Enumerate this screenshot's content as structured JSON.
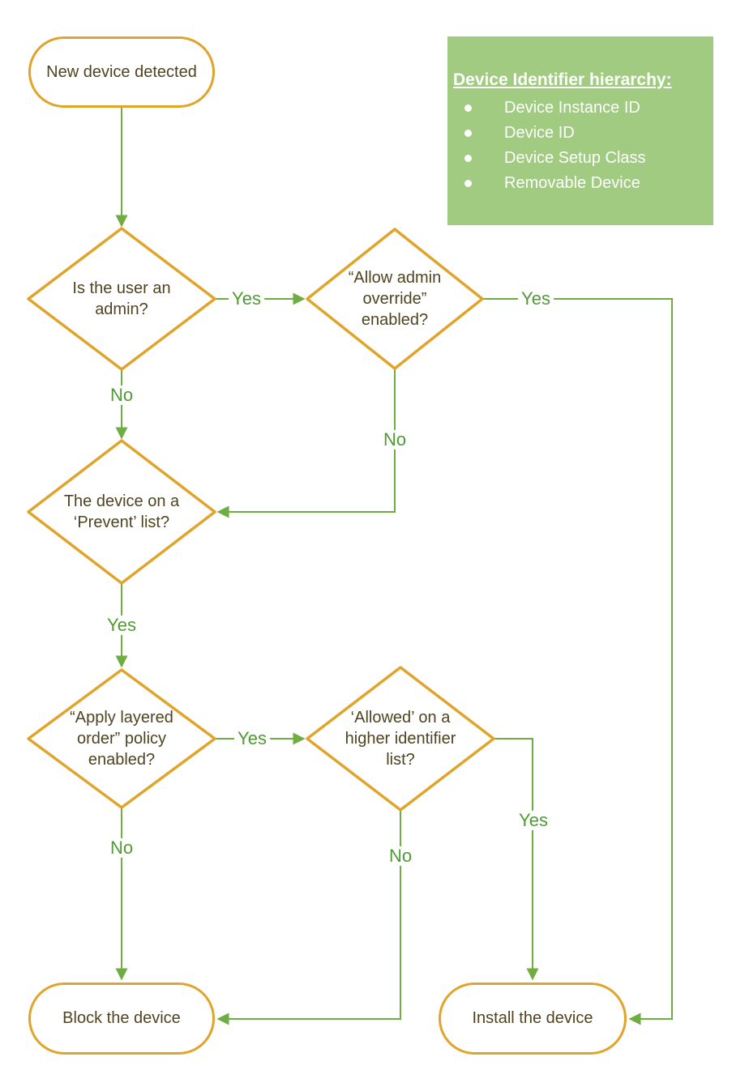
{
  "diagram": {
    "nodes": {
      "start": {
        "label": "New device detected"
      },
      "d1": {
        "label": "Is the user an admin?"
      },
      "d2": {
        "label": "“Allow admin override” enabled?"
      },
      "d3": {
        "label": "The device on a ‘Prevent’ list?"
      },
      "d4": {
        "label": "“Apply layered order” policy enabled?"
      },
      "d5": {
        "label": "‘Allowed’ on a higher identifier list?"
      },
      "block": {
        "label": "Block the device"
      },
      "install": {
        "label": "Install the device"
      }
    },
    "edge_labels": {
      "d1_yes": "Yes",
      "d1_no": "No",
      "d2_yes": "Yes",
      "d2_no": "No",
      "d3_yes": "Yes",
      "d4_yes": "Yes",
      "d4_no": "No",
      "d5_yes": "Yes",
      "d5_no": "No"
    },
    "legend": {
      "title": "Device Identifier hierarchy:",
      "items": [
        "Device Instance ID",
        "Device ID",
        "Device Setup Class",
        "Removable Device"
      ]
    },
    "colors": {
      "shape_border": "#E1A42B",
      "connector": "#6FAD43",
      "label_text": "#4F9B33",
      "node_text": "#4F4320",
      "legend_bg": "#A0CB80",
      "legend_text": "#FFFFFF",
      "canvas_bg": "#FFFFFF"
    }
  }
}
